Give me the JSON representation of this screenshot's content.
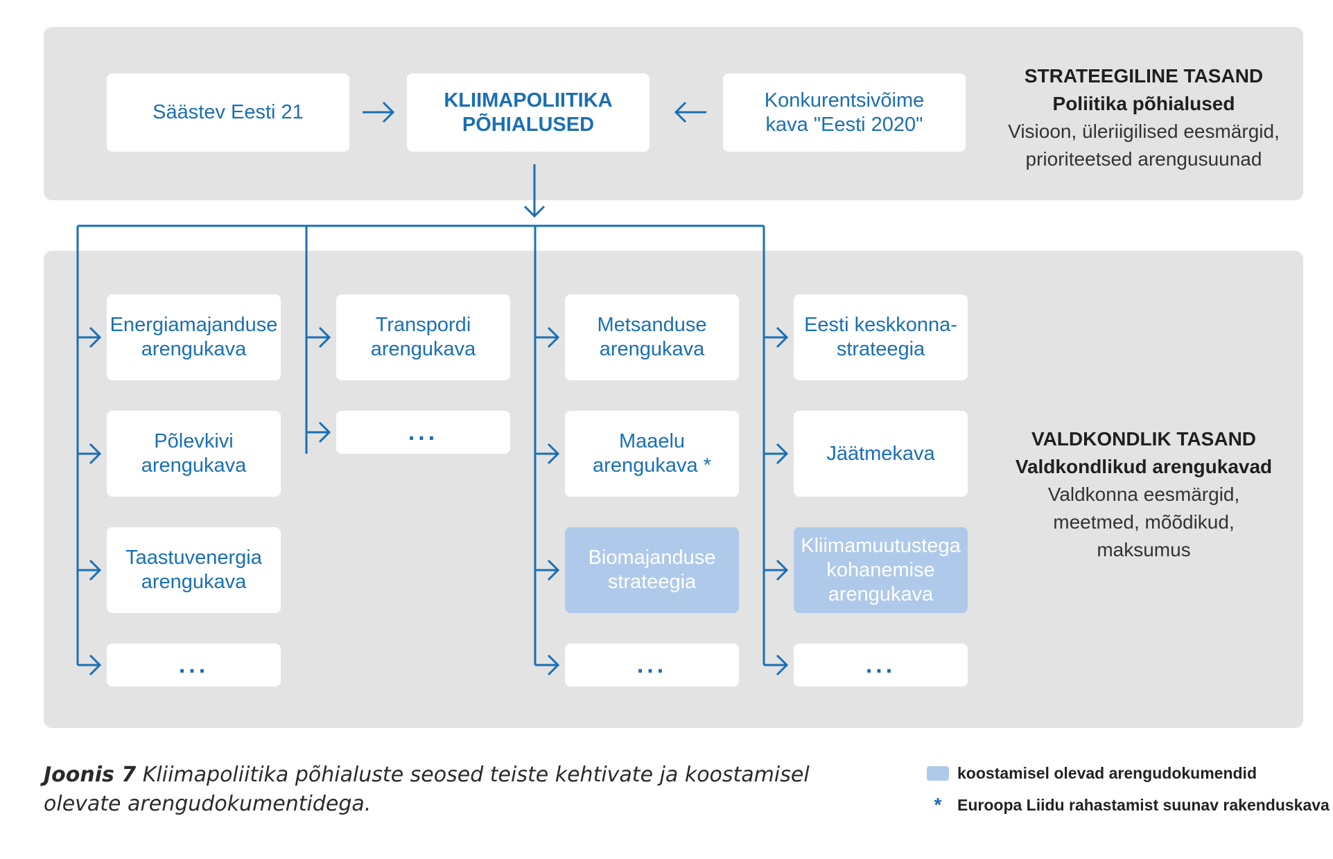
{
  "strategic": {
    "boxes": {
      "left": "Säästev Eesti 21",
      "center": "KLIIMAPOLIITIKA\nPÕHIALUSED",
      "right": "Konkurentsivõime\nkava \"Eesti 2020\""
    },
    "side": {
      "title1": "STRATEEGILINE TASAND",
      "title2": "Poliitika põhialused",
      "desc": "Visioon, üleriigilised eesmärgid,\nprioriteetsed arengusuunad"
    }
  },
  "sectoral": {
    "columns": [
      {
        "boxes": [
          {
            "label": "Energiamajanduse\narengukava",
            "draft": false
          },
          {
            "label": "Põlevkivi\narengukava",
            "draft": false
          },
          {
            "label": "Taastuvenergia\narengukava",
            "draft": false
          },
          {
            "label": "...",
            "draft": false
          }
        ]
      },
      {
        "boxes": [
          {
            "label": "Transpordi\narengukava",
            "draft": false
          },
          {
            "label": "...",
            "draft": false
          }
        ]
      },
      {
        "boxes": [
          {
            "label": "Metsanduse\narengukava",
            "draft": false
          },
          {
            "label": "Maaelu\narengukava *",
            "draft": false
          },
          {
            "label": "Biomajanduse\nstrateegia",
            "draft": true
          },
          {
            "label": "...",
            "draft": false
          }
        ]
      },
      {
        "boxes": [
          {
            "label": "Eesti keskkonna-\nstrateegia",
            "draft": false
          },
          {
            "label": "Jäätmekava",
            "draft": false
          },
          {
            "label": "Kliimamuutustega\nkohanemise\narengukava",
            "draft": true
          },
          {
            "label": "...",
            "draft": false
          }
        ]
      }
    ],
    "side": {
      "title1": "VALDKONDLIK TASAND",
      "title2": "Valdkondlikud arengukavad",
      "desc": "Valdkonna eesmärgid,\nmeetmed, mõõdikud,\nmaksumus"
    }
  },
  "caption": {
    "label": "Joonis 7",
    "text": " Kliimapoliitika põhialuste seosed teiste kehtivate ja koostamisel olevate arengudokumentidega."
  },
  "legend": {
    "draft_label": "koostamisel olevad arengudokumendid",
    "star_symbol": "*",
    "star_label": "Euroopa Liidu rahastamist suunav rakenduskava"
  },
  "colors": {
    "accent": "#1a6fb4",
    "panel": "#e3e3e3",
    "draft": "#afc9ea"
  }
}
